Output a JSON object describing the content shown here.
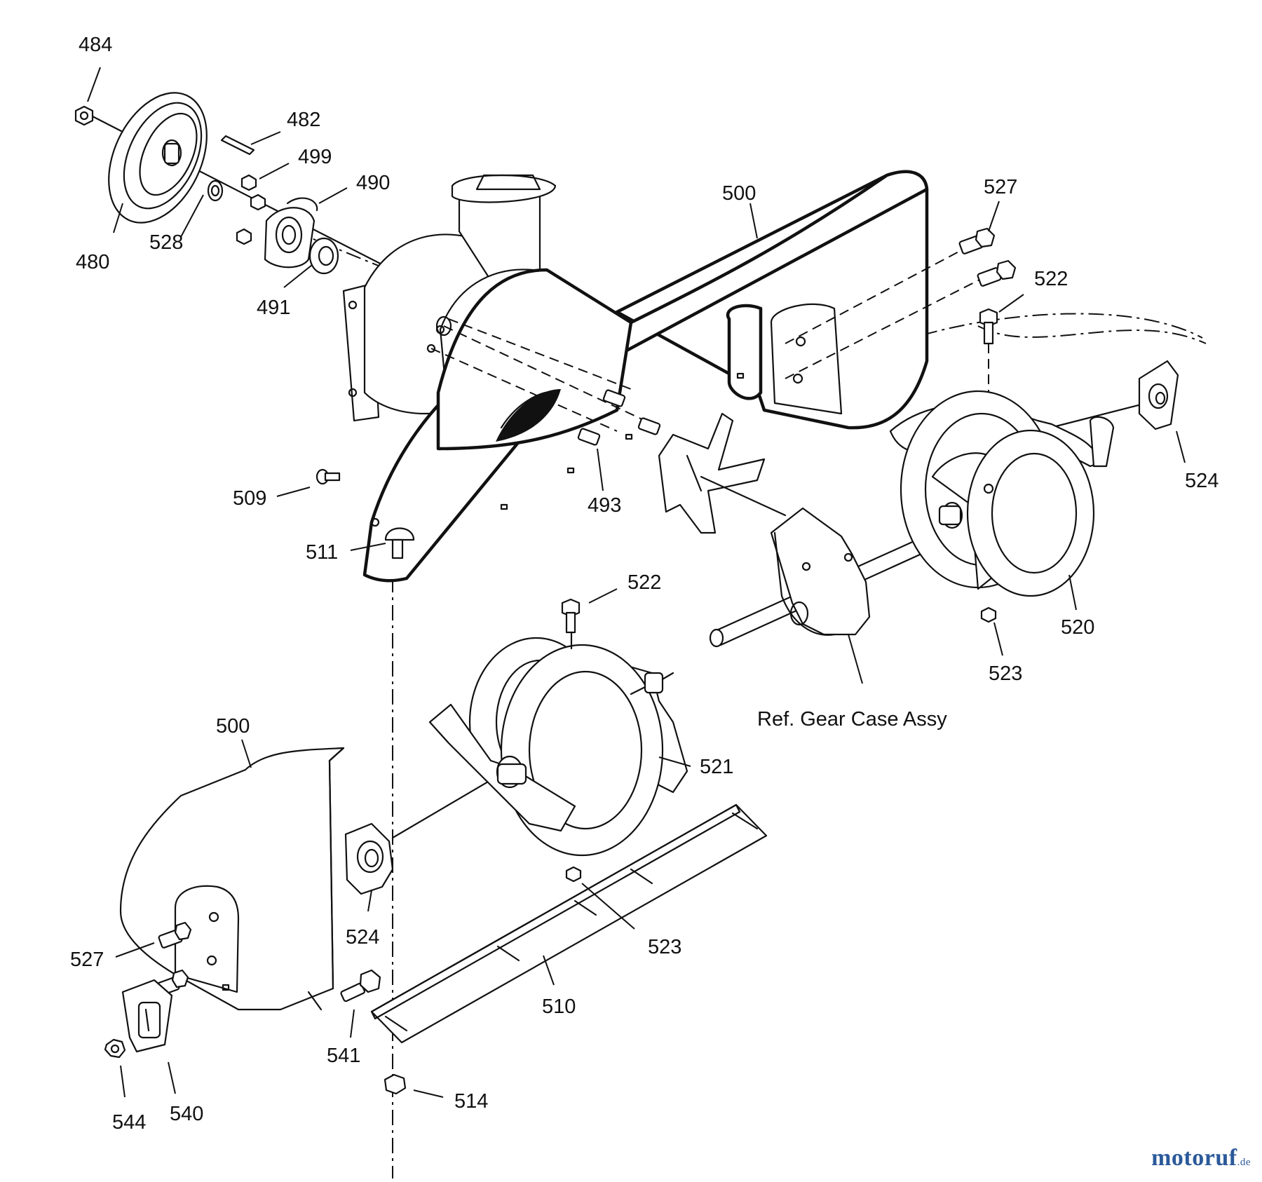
{
  "diagram": {
    "labels": [
      {
        "id": "484",
        "text": "484"
      },
      {
        "id": "482",
        "text": "482"
      },
      {
        "id": "499",
        "text": "499"
      },
      {
        "id": "490",
        "text": "490"
      },
      {
        "id": "480",
        "text": "480"
      },
      {
        "id": "528",
        "text": "528"
      },
      {
        "id": "491",
        "text": "491"
      },
      {
        "id": "500-top",
        "text": "500"
      },
      {
        "id": "527-top",
        "text": "527"
      },
      {
        "id": "522-top",
        "text": "522"
      },
      {
        "id": "524-right",
        "text": "524"
      },
      {
        "id": "493",
        "text": "493"
      },
      {
        "id": "509",
        "text": "509"
      },
      {
        "id": "511",
        "text": "511"
      },
      {
        "id": "522-mid",
        "text": "522"
      },
      {
        "id": "520",
        "text": "520"
      },
      {
        "id": "523-right",
        "text": "523"
      },
      {
        "id": "500-bottom",
        "text": "500"
      },
      {
        "id": "521",
        "text": "521"
      },
      {
        "id": "524-left",
        "text": "524"
      },
      {
        "id": "527-bottom",
        "text": "527"
      },
      {
        "id": "523-bottom",
        "text": "523"
      },
      {
        "id": "510",
        "text": "510"
      },
      {
        "id": "541",
        "text": "541"
      },
      {
        "id": "514",
        "text": "514"
      },
      {
        "id": "544",
        "text": "544"
      },
      {
        "id": "540",
        "text": "540"
      }
    ],
    "reference_text": "Ref. Gear Case Assy"
  },
  "watermark": {
    "main": "motoruf",
    "tld": ".de"
  }
}
